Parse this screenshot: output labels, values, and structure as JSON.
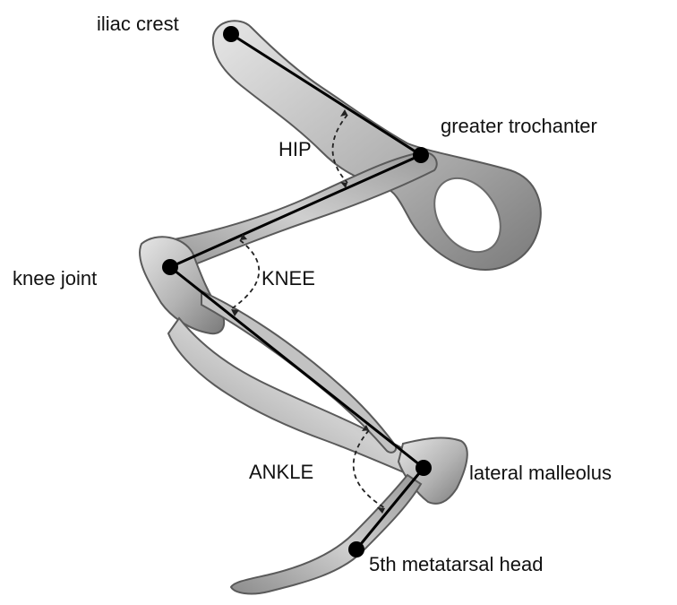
{
  "landmarks": {
    "iliac_crest": "iliac crest",
    "greater_trochanter": "greater trochanter",
    "knee_joint": "knee joint",
    "lateral_malleolus": "lateral malleolus",
    "metatarsal_head": "5th metatarsal head"
  },
  "angles": {
    "hip": "HIP",
    "knee": "KNEE",
    "ankle": "ANKLE"
  },
  "colors": {
    "bone_light": "#d9d9d9",
    "bone_mid": "#a8a8a8",
    "bone_dark": "#6b6b6b",
    "marker": "#000000"
  }
}
